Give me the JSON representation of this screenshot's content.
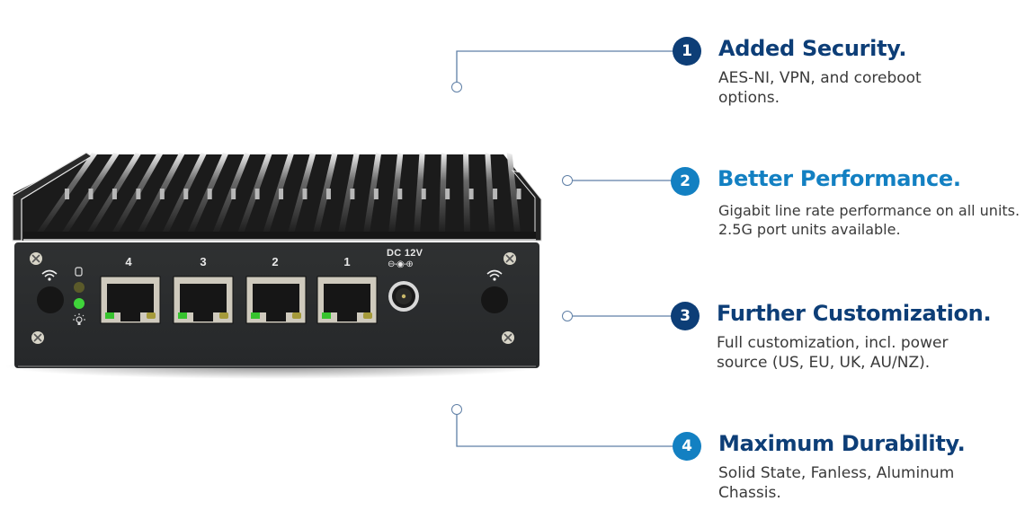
{
  "colors": {
    "dark_blue": "#0d3e77",
    "light_blue": "#1380c2",
    "connector": "#5f7fa6",
    "desc_text": "#3a3a3a"
  },
  "device": {
    "name": "fanless network appliance",
    "ports": [
      {
        "label": "4",
        "link_led": "green",
        "activity_led": "amber"
      },
      {
        "label": "3",
        "link_led": "green",
        "activity_led": "amber"
      },
      {
        "label": "2",
        "link_led": "green",
        "activity_led": "amber"
      },
      {
        "label": "1",
        "link_led": "green",
        "activity_led": "amber"
      }
    ],
    "power_label": "DC 12V",
    "power_polarity": "⊖-◉-⊕",
    "indicator_icons": [
      "wifi-icon",
      "storage-icon",
      "power-led-icon",
      "wifi-icon"
    ]
  },
  "features": [
    {
      "number": "1",
      "title": "Added Security.",
      "description": "AES-NI, VPN, and coreboot options."
    },
    {
      "number": "2",
      "title": "Better Performance.",
      "description": "Gigabit line rate performance on all units. 2.5G port units available."
    },
    {
      "number": "3",
      "title": "Further Customization.",
      "description": "Full customization, incl. power source (US, EU, UK, AU/NZ)."
    },
    {
      "number": "4",
      "title": "Maximum Durability.",
      "description": "Solid State, Fanless, Aluminum Chassis."
    }
  ]
}
